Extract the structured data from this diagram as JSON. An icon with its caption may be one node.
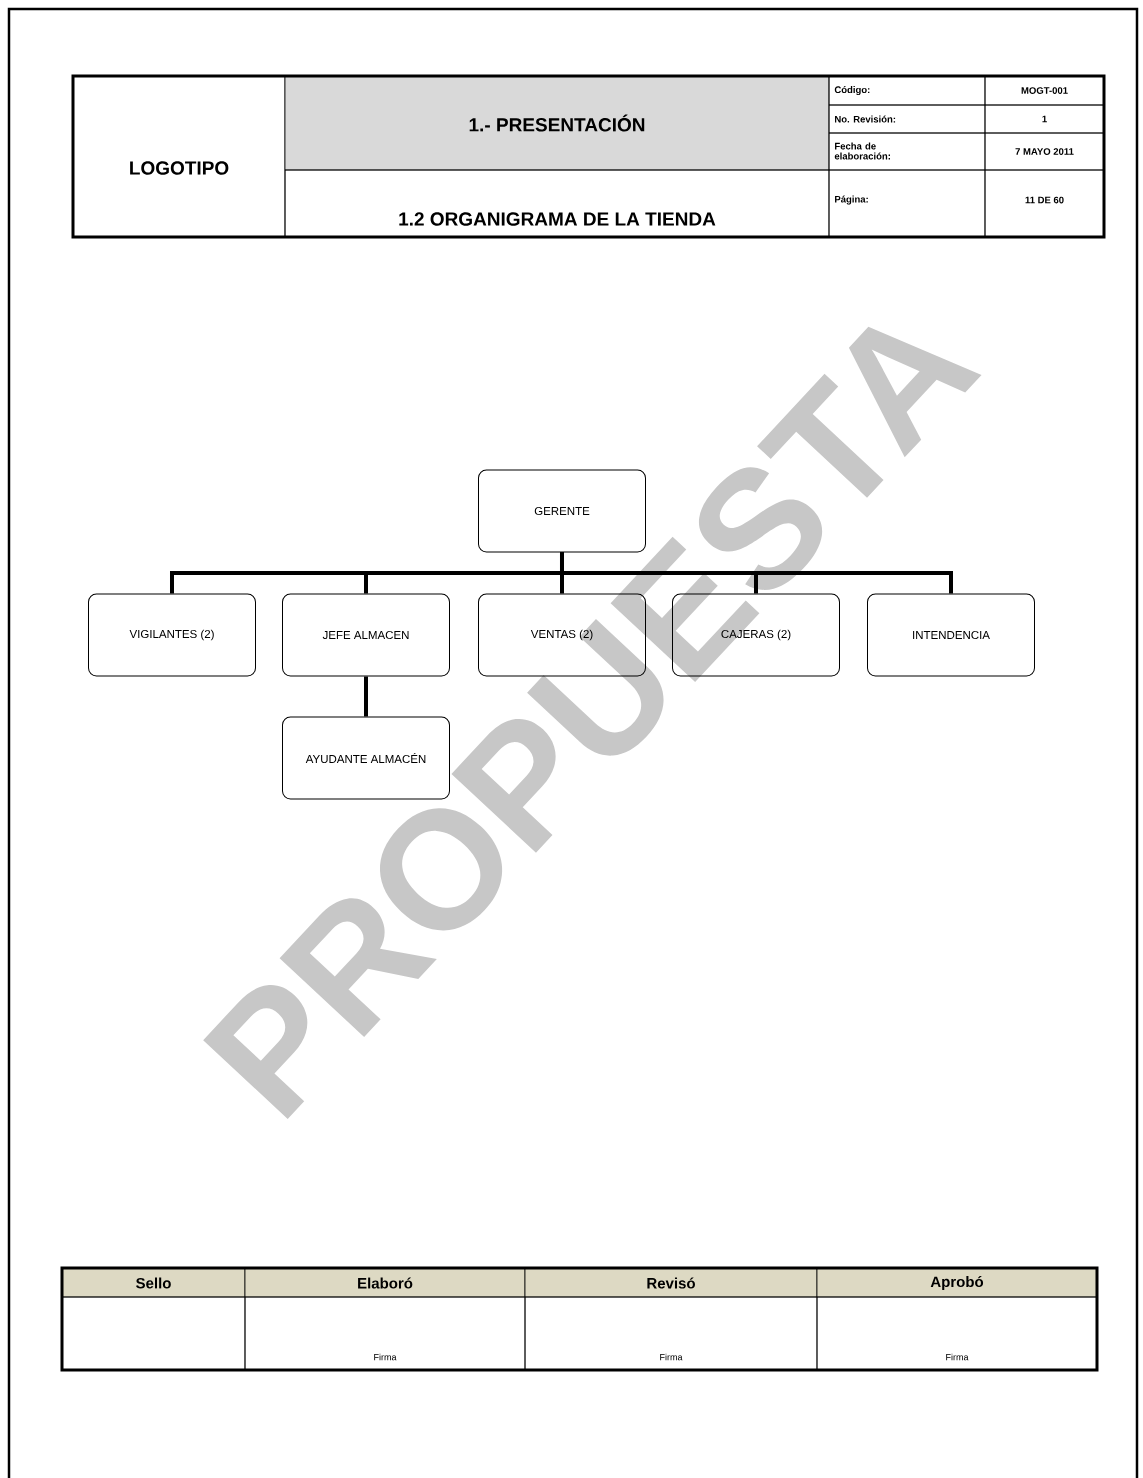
{
  "diagram": {
    "title": "1.2 ORGANIGRAMA DE LA TIENDA",
    "nodes": [
      {
        "text": [
          "GERENTE"
        ]
      },
      {
        "text": [
          "VIGILANTES (2)"
        ]
      },
      {
        "text": [
          "JEFE ALMACEN"
        ]
      },
      {
        "text": [
          "VENTAS (2)"
        ]
      },
      {
        "text": [
          "CAJERAS (2)"
        ]
      },
      {
        "text": [
          "INTENDENCIA"
        ]
      },
      {
        "text": [
          "AYUDANTE ALMACÉN"
        ]
      }
    ],
    "edges": [
      {
        "from": 0,
        "to": 1,
        "arrow": "none"
      },
      {
        "from": 0,
        "to": 2,
        "arrow": "none"
      },
      {
        "from": 0,
        "to": 3,
        "arrow": "none"
      },
      {
        "from": 0,
        "to": 4,
        "arrow": "none"
      },
      {
        "from": 0,
        "to": 5,
        "arrow": "none"
      },
      {
        "from": 2,
        "to": 6,
        "arrow": "none"
      }
    ],
    "labels": [
      "LOGOTIPO",
      "1.- PRESENTACIÓN",
      "Código:",
      "MOGT-001",
      "No. Revisión:",
      "1",
      "Fecha de elaboración:",
      "7 MAYO 2011",
      "Página:",
      "11 DE 60",
      "Sello",
      "Elaboró",
      "Revisó",
      "Aprobó",
      "Firma",
      "Firma",
      "Firma",
      "PROPUESTA"
    ]
  }
}
